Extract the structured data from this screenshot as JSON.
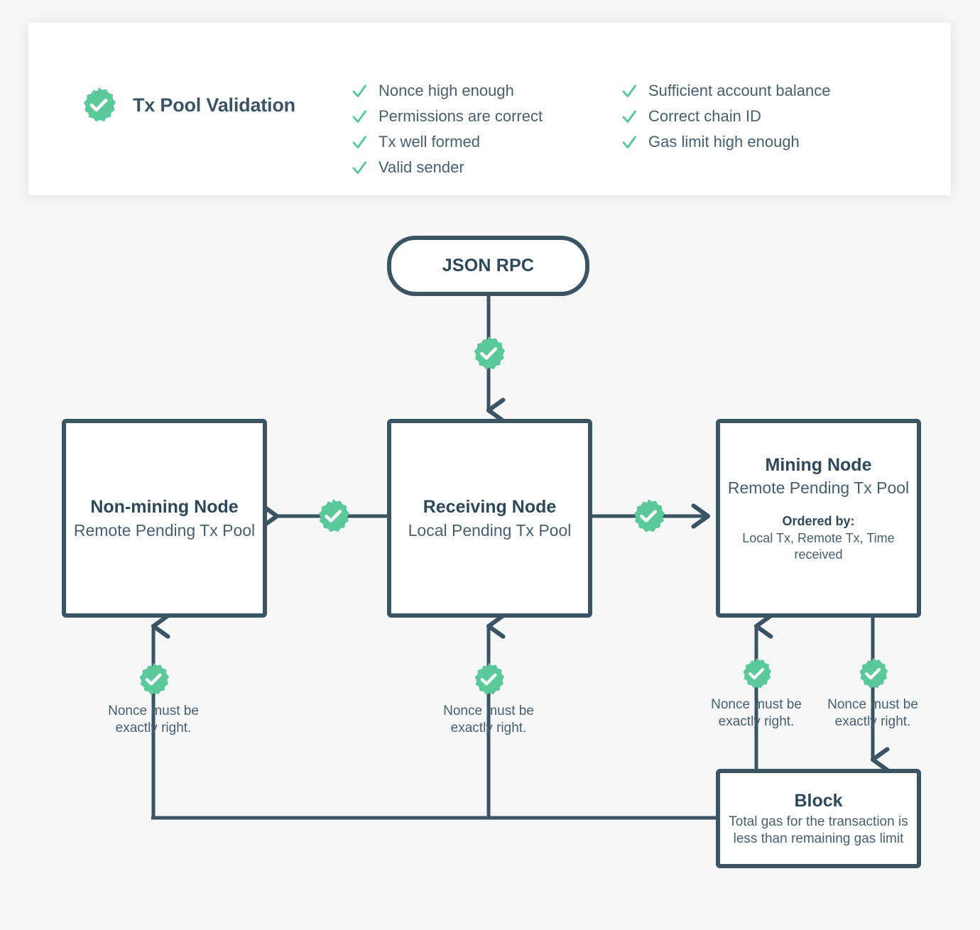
{
  "theme": {
    "background": "#f6f6f6",
    "card_background": "#ffffff",
    "ink": "#3a5464",
    "ink_dark": "#2f4858",
    "accent_green": "#5cc99a",
    "line": "#3a5464"
  },
  "header": {
    "badge_icon": "check-seal-icon",
    "title": "Tx Pool Validation",
    "checklist_columns": [
      {
        "items": [
          {
            "icon": "check-icon",
            "label": "Nonce high enough"
          },
          {
            "icon": "check-icon",
            "label": "Permissions are correct"
          },
          {
            "icon": "check-icon",
            "label": "Tx well formed"
          },
          {
            "icon": "check-icon",
            "label": "Valid sender"
          }
        ]
      },
      {
        "items": [
          {
            "icon": "check-icon",
            "label": "Sufficient account balance"
          },
          {
            "icon": "check-icon",
            "label": "Correct chain ID"
          },
          {
            "icon": "check-icon",
            "label": "Gas limit high enough"
          }
        ]
      }
    ]
  },
  "diagram": {
    "entry": {
      "label": "JSON RPC"
    },
    "nodes": {
      "non_mining": {
        "title": "Non-mining Node",
        "subtitle": "Remote Pending\nTx Pool"
      },
      "receiving": {
        "title": "Receiving Node",
        "subtitle": "Local Pending\nTx Pool"
      },
      "mining": {
        "title": "Mining Node",
        "subtitle": "Remote Pending\nTx Pool",
        "ordered_by_label": "Ordered by:",
        "ordered_by_value": "Local Tx, Remote Tx,\nTime received"
      },
      "block": {
        "title": "Block",
        "subtitle": "Total gas for the\ntransaction is less than\nremaining gas limit"
      }
    },
    "edge_labels": {
      "nonce_non_mining": "Nonce must be\nexactly right.",
      "nonce_receiving": "Nonce must be\nexactly right.",
      "nonce_mining": "Nonce must be\nexactly right.",
      "nonce_block": "Nonce must be\nexactly right."
    },
    "edge_badges": [
      {
        "name": "badge-json-rpc-to-receiving"
      },
      {
        "name": "badge-receiving-to-non-mining"
      },
      {
        "name": "badge-receiving-to-mining"
      },
      {
        "name": "badge-block-to-non-mining"
      },
      {
        "name": "badge-block-to-receiving"
      },
      {
        "name": "badge-block-to-mining"
      },
      {
        "name": "badge-mining-to-block"
      }
    ]
  }
}
